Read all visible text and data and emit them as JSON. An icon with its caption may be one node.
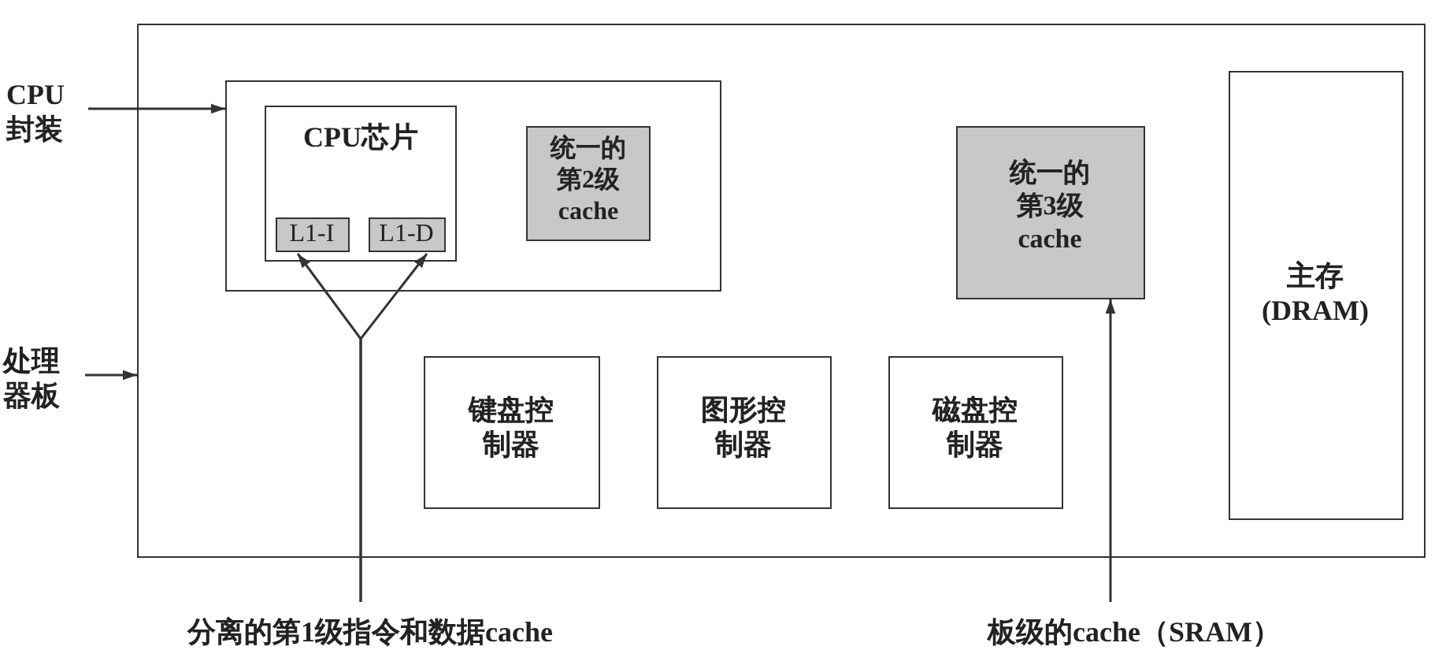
{
  "diagram": {
    "nodes": [
      {
        "text": [
          "CPU封装"
        ]
      },
      {
        "text": [
          "处理器板"
        ]
      },
      {
        "text": [],
        "shape": "box"
      },
      {
        "text": [],
        "shape": "box",
        "in": 2
      },
      {
        "text": [
          "CPU芯片"
        ],
        "in": 3
      },
      {
        "text": [
          "L1-I"
        ],
        "in": 4
      },
      {
        "text": [
          "L1-D"
        ],
        "in": 4
      },
      {
        "text": [
          "统一的第2级cache"
        ],
        "in": 3
      },
      {
        "text": [
          "统一的第3级cache"
        ],
        "in": 2
      },
      {
        "text": [
          "键盘控制器"
        ],
        "in": 2
      },
      {
        "text": [
          "图形控制器"
        ],
        "in": 2
      },
      {
        "text": [
          "磁盘控制器"
        ],
        "in": 2
      },
      {
        "text": [
          "主存(DRAM)"
        ],
        "in": 2
      },
      {
        "text": [
          "分离的第1级指令和数据cache"
        ]
      },
      {
        "text": [
          "板级的cache（SRAM）"
        ]
      }
    ],
    "edges": [
      {
        "from": 0,
        "to": 3,
        "arrow": "to"
      },
      {
        "from": 1,
        "to": 2,
        "arrow": "to"
      },
      {
        "from": 13,
        "to": 5,
        "arrow": "to"
      },
      {
        "from": 13,
        "to": 6,
        "arrow": "to"
      },
      {
        "from": 14,
        "to": 8,
        "arrow": "to"
      }
    ]
  }
}
